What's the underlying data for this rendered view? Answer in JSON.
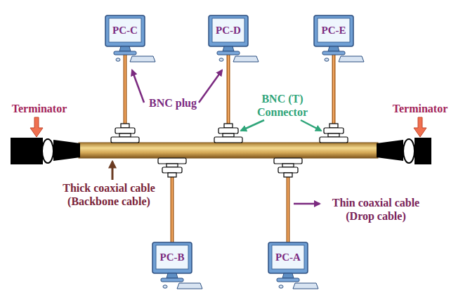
{
  "diagram": {
    "nodes": [
      {
        "text": [
          "PC-C"
        ]
      },
      {
        "text": [
          "PC-D"
        ]
      },
      {
        "text": [
          "PC-E"
        ]
      },
      {
        "text": [
          "PC-B"
        ]
      },
      {
        "text": [
          "PC-A"
        ]
      }
    ],
    "labels": [
      "Terminator",
      "Terminator",
      "BNC plug",
      "BNC (T) Connector",
      "Thick coaxial cable (Backbone cable)",
      "Thin coaxial cable (Drop cable)"
    ]
  }
}
